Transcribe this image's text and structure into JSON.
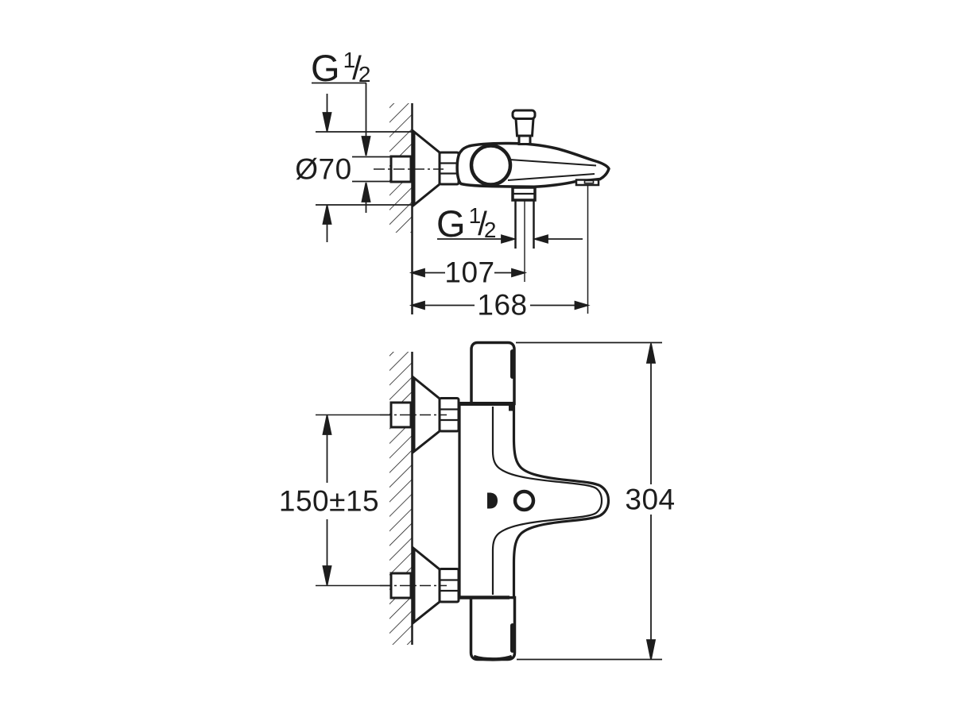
{
  "meta": {
    "background": "#ffffff",
    "ink": "#1d1d1d",
    "drawing_type": "bath thermostat mixer installation dimension drawing"
  },
  "side_view": {
    "inlet_thread_label": {
      "base": "G",
      "numerator": "1",
      "slash": "/",
      "denominator": "2"
    },
    "escutcheon_diameter": "Ø70",
    "shower_outlet_thread_label": {
      "base": "G",
      "numerator": "1",
      "slash": "/",
      "denominator": "2"
    },
    "dim_wall_to_shower_outlet": "107",
    "dim_wall_to_spout_outlet": "168"
  },
  "front_view": {
    "dim_inlet_spacing": "150±15",
    "dim_overall_length": "304"
  }
}
